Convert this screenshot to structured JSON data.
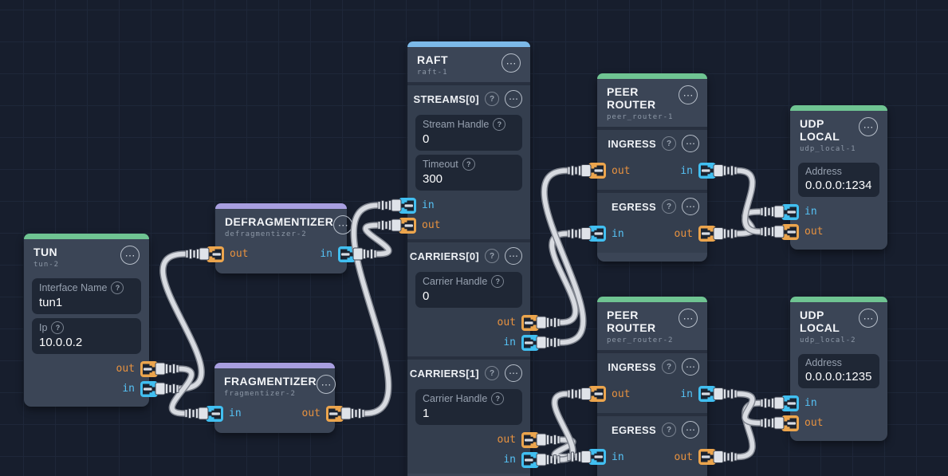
{
  "icons": {
    "menu": "⋯",
    "help": "?"
  },
  "colors": {
    "accent_green": "#6fc492",
    "accent_blue": "#7cb9e8",
    "accent_purple": "#a89fe0",
    "port_out": "#eca54d",
    "port_in": "#41bff1",
    "label_out": "#e8923f",
    "label_in": "#56c2f5"
  },
  "nodes": {
    "tun": {
      "title": "TUN",
      "id": "tun-2",
      "fields": [
        {
          "label": "Interface Name",
          "value": "tun1"
        },
        {
          "label": "Ip",
          "value": "10.0.0.2"
        }
      ],
      "ports": [
        {
          "name": "out"
        },
        {
          "name": "in"
        }
      ]
    },
    "defragmentizer": {
      "title": "DEFRAGMENTIZER",
      "id": "defragmentizer-2",
      "ports": [
        {
          "name": "out"
        },
        {
          "name": "in"
        }
      ]
    },
    "fragmentizer": {
      "title": "FRAGMENTIZER",
      "id": "fragmentizer-2",
      "ports": [
        {
          "name": "in"
        },
        {
          "name": "out"
        }
      ]
    },
    "raft": {
      "title": "RAFT",
      "id": "raft-1",
      "sections": [
        {
          "label": "STREAMS[0]",
          "fields": [
            {
              "label": "Stream Handle",
              "value": "0"
            },
            {
              "label": "Timeout",
              "value": "300"
            }
          ],
          "ports": [
            {
              "name": "in"
            },
            {
              "name": "out"
            }
          ]
        },
        {
          "label": "CARRIERS[0]",
          "fields": [
            {
              "label": "Carrier Handle",
              "value": "0"
            }
          ],
          "ports": [
            {
              "name": "out"
            },
            {
              "name": "in"
            }
          ]
        },
        {
          "label": "CARRIERS[1]",
          "fields": [
            {
              "label": "Carrier Handle",
              "value": "1"
            }
          ],
          "ports": [
            {
              "name": "out"
            },
            {
              "name": "in"
            }
          ]
        }
      ]
    },
    "peer_router_1": {
      "title": "PEER ROUTER",
      "id": "peer_router-1",
      "sections": [
        {
          "label": "INGRESS",
          "ports": [
            {
              "name": "out"
            },
            {
              "name": "in"
            }
          ]
        },
        {
          "label": "EGRESS",
          "ports": [
            {
              "name": "in"
            },
            {
              "name": "out"
            }
          ]
        }
      ]
    },
    "peer_router_2": {
      "title": "PEER ROUTER",
      "id": "peer_router-2",
      "sections": [
        {
          "label": "INGRESS",
          "ports": [
            {
              "name": "out"
            },
            {
              "name": "in"
            }
          ]
        },
        {
          "label": "EGRESS",
          "ports": [
            {
              "name": "in"
            },
            {
              "name": "out"
            }
          ]
        }
      ]
    },
    "udp_local_1": {
      "title": "UDP LOCAL",
      "id": "udp_local-1",
      "fields": [
        {
          "label": "Address",
          "value": "0.0.0.0:1234"
        }
      ],
      "ports": [
        {
          "name": "in"
        },
        {
          "name": "out"
        }
      ]
    },
    "udp_local_2": {
      "title": "UDP LOCAL",
      "id": "udp_local-2",
      "fields": [
        {
          "label": "Address",
          "value": "0.0.0.0:1235"
        }
      ],
      "ports": [
        {
          "name": "in"
        },
        {
          "name": "out"
        }
      ]
    }
  },
  "connections": [
    {
      "from": "defragmentizer.out",
      "to": "tun.in"
    },
    {
      "from": "tun.out",
      "to": "fragmentizer.in"
    },
    {
      "from": "fragmentizer.out",
      "to": "raft.streams0.in"
    },
    {
      "from": "raft.streams0.out",
      "to": "defragmentizer.in"
    },
    {
      "from": "raft.carriers0.out",
      "to": "peer_router_1.egress.in"
    },
    {
      "from": "peer_router_1.ingress.out",
      "to": "raft.carriers0.in"
    },
    {
      "from": "peer_router_1.egress.out",
      "to": "udp_local_1.in"
    },
    {
      "from": "udp_local_1.out",
      "to": "peer_router_1.ingress.in"
    },
    {
      "from": "raft.carriers1.out",
      "to": "peer_router_2.egress.in"
    },
    {
      "from": "peer_router_2.ingress.out",
      "to": "raft.carriers1.in"
    },
    {
      "from": "peer_router_2.egress.out",
      "to": "udp_local_2.in"
    },
    {
      "from": "udp_local_2.out",
      "to": "peer_router_2.ingress.in"
    }
  ]
}
